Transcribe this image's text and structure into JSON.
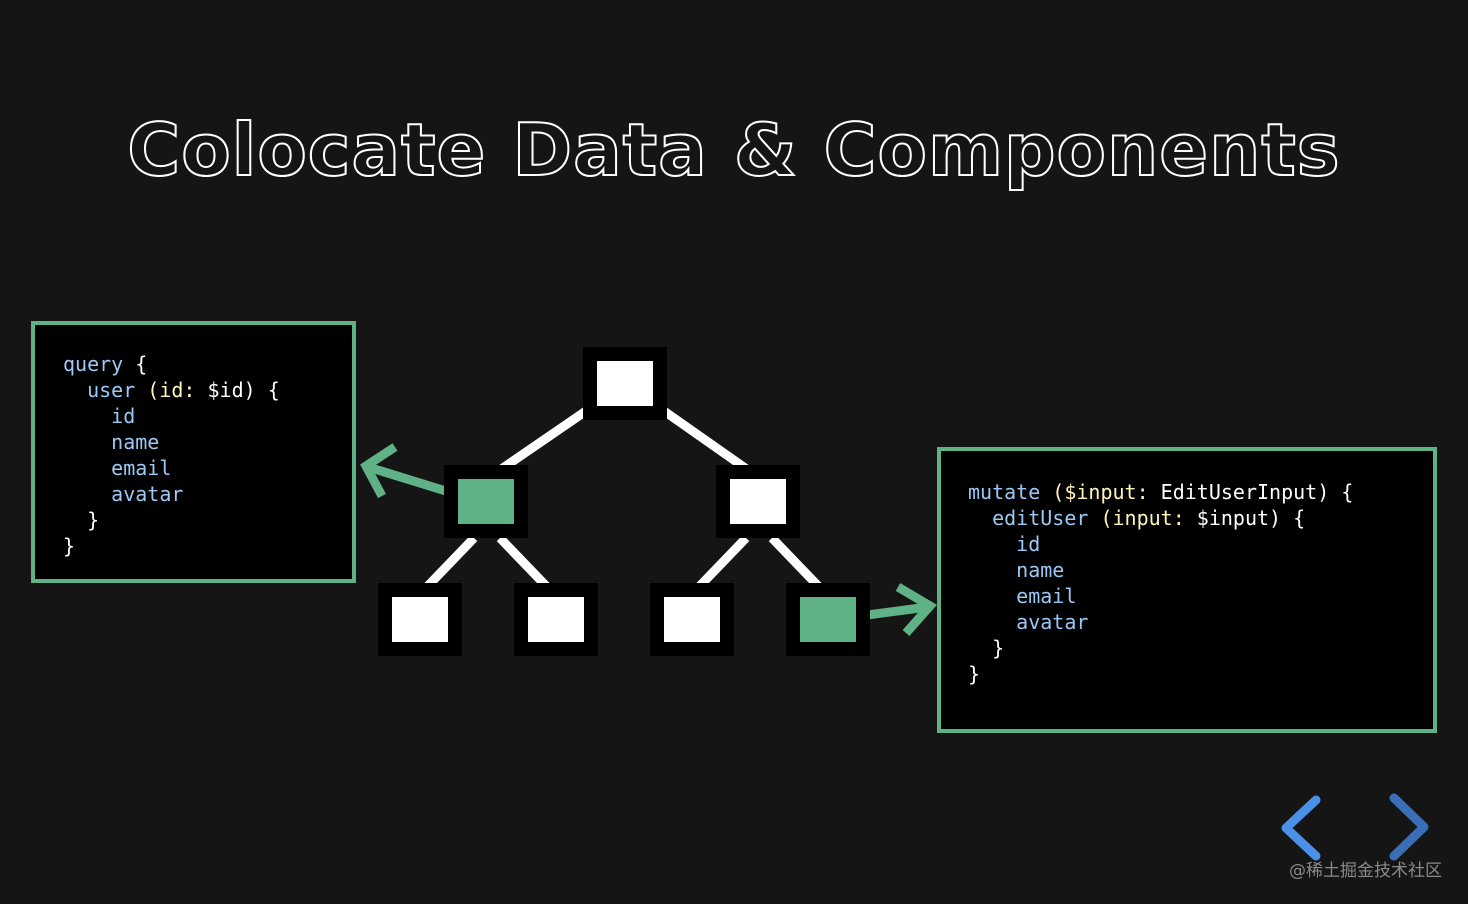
{
  "slide": {
    "title": "Colocate Data & Components"
  },
  "query_code": {
    "l1_kw": "query",
    "l1_rest": " {",
    "l2_kw": "user",
    "l2_arg": " (id: ",
    "l2_rest": "$id) {",
    "f1": "id",
    "f2": "name",
    "f3": "email",
    "f4": "avatar",
    "close_inner": "}",
    "close_outer": "}"
  },
  "mutate_code": {
    "l1_kw": "mutate",
    "l1_mid": " ($input: ",
    "l1_rest": "EditUserInput) {",
    "l2_kw": "editUser",
    "l2_arg": " (input: ",
    "l2_rest": "$input) {",
    "f1": "id",
    "f2": "name",
    "f3": "email",
    "f4": "avatar",
    "close_inner": "}",
    "close_outer": "}"
  },
  "colors": {
    "background": "#151515",
    "accent_green": "#5fb285",
    "nav_blue": "#4a8fe8",
    "keyword_blue": "#9cc8f5",
    "argument_yellow": "#fff5b8"
  },
  "nav": {
    "prev_icon": "chevron-left-icon",
    "next_icon": "chevron-right-icon"
  },
  "watermark": {
    "text": "@稀土掘金技术社区"
  }
}
